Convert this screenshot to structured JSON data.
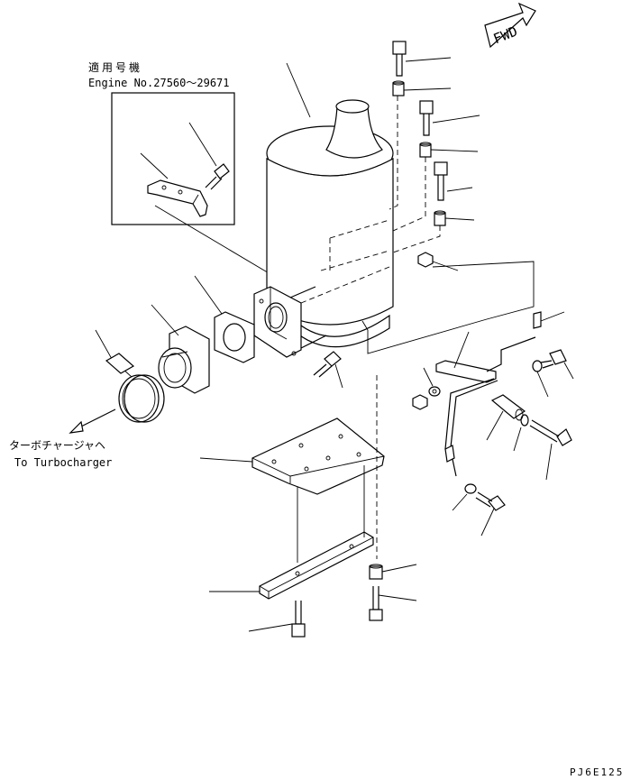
{
  "inset": {
    "title_jp": "適用号機",
    "engine_range": "Engine No.27560～29671"
  },
  "fwd_label": "FWD",
  "turbo_label_jp": "ターボチャージャヘ",
  "turbo_label_en": "To Turbocharger",
  "drawing_code": "PJ6E125"
}
